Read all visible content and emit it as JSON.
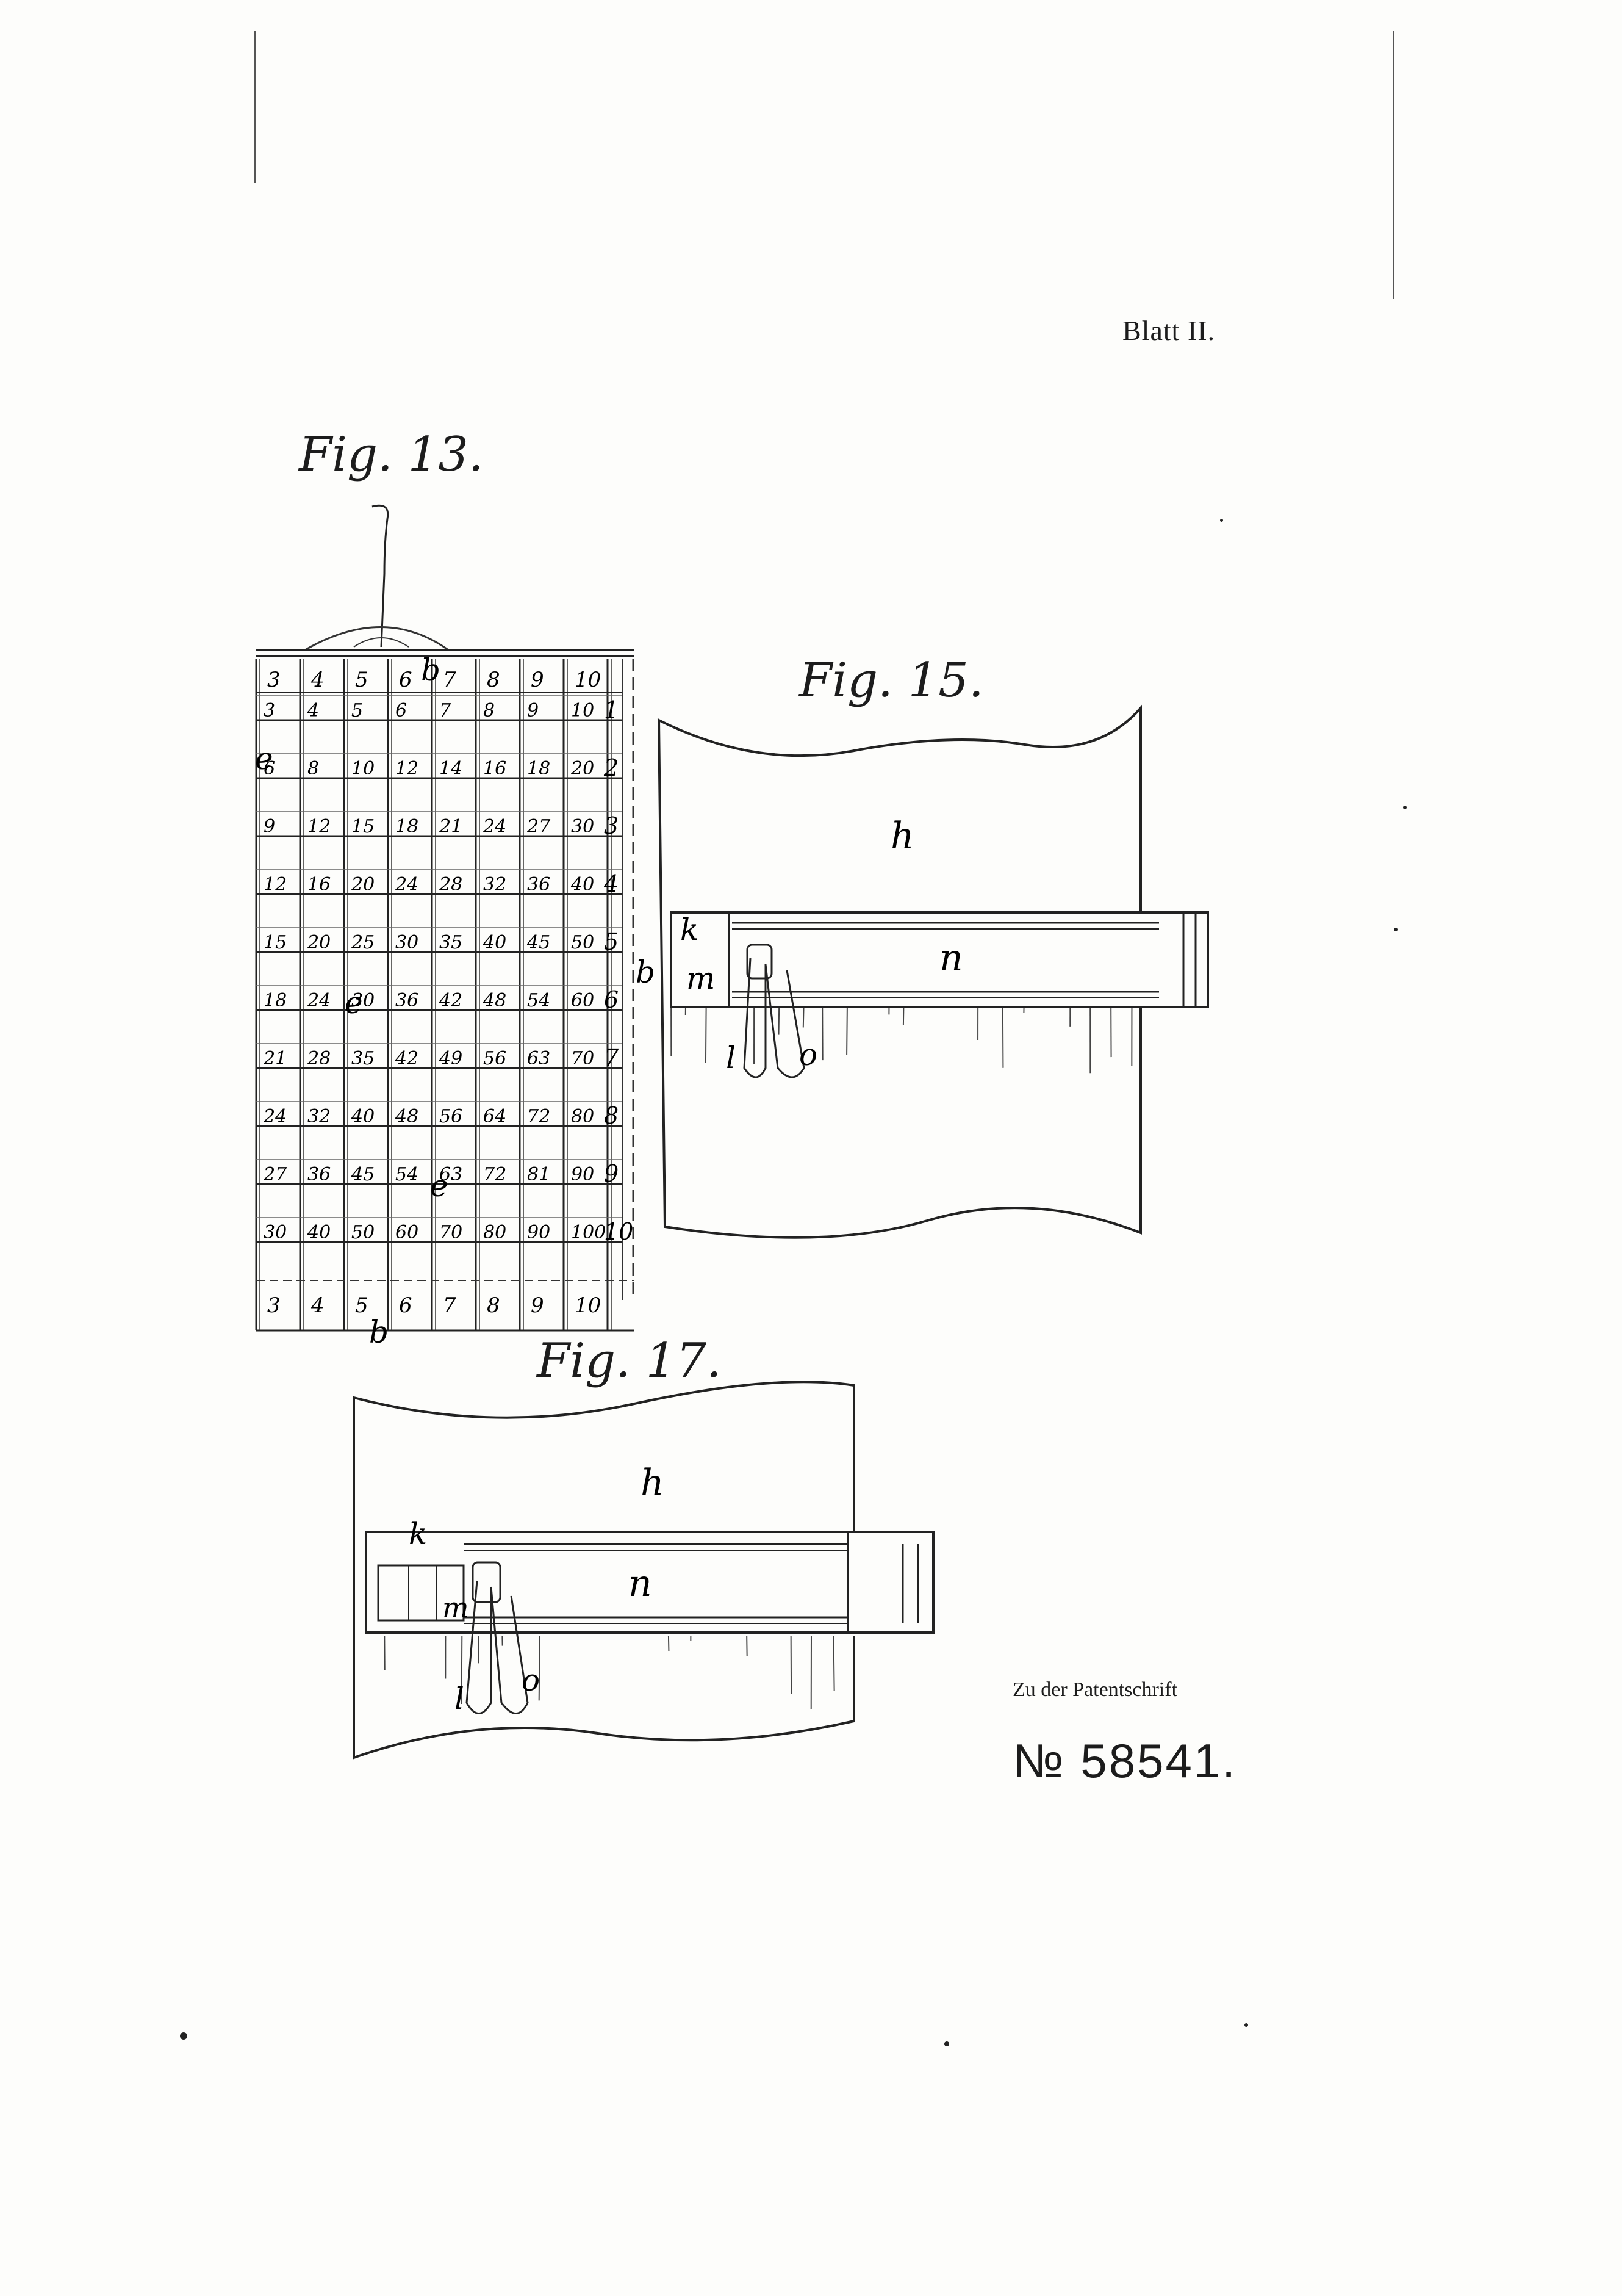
{
  "sheet_label": "Blatt II.",
  "figures": {
    "fig13": {
      "label": "Fig. 13.",
      "col_header": [
        "3",
        "4",
        "5",
        "6",
        "7",
        "8",
        "9",
        "10"
      ],
      "rows": [
        {
          "row": "1",
          "values": [
            "3",
            "4",
            "5",
            "6",
            "7",
            "8",
            "9",
            "10"
          ]
        },
        {
          "row": "2",
          "values": [
            "6",
            "8",
            "10",
            "12",
            "14",
            "16",
            "18",
            "20"
          ]
        },
        {
          "row": "3",
          "values": [
            "9",
            "12",
            "15",
            "18",
            "21",
            "24",
            "27",
            "30"
          ]
        },
        {
          "row": "4",
          "values": [
            "12",
            "16",
            "20",
            "24",
            "28",
            "32",
            "36",
            "40"
          ]
        },
        {
          "row": "5",
          "values": [
            "15",
            "20",
            "25",
            "30",
            "35",
            "40",
            "45",
            "50"
          ]
        },
        {
          "row": "6",
          "values": [
            "18",
            "24",
            "30",
            "36",
            "42",
            "48",
            "54",
            "60"
          ]
        },
        {
          "row": "7",
          "values": [
            "21",
            "28",
            "35",
            "42",
            "49",
            "56",
            "63",
            "70"
          ]
        },
        {
          "row": "8",
          "values": [
            "24",
            "32",
            "40",
            "48",
            "56",
            "64",
            "72",
            "80"
          ]
        },
        {
          "row": "9",
          "values": [
            "27",
            "36",
            "45",
            "54",
            "63",
            "72",
            "81",
            "90"
          ]
        },
        {
          "row": "10",
          "values": [
            "30",
            "40",
            "50",
            "60",
            "70",
            "80",
            "90",
            "100"
          ]
        }
      ],
      "col_footer": [
        "3",
        "4",
        "5",
        "6",
        "7",
        "8",
        "9",
        "10"
      ],
      "letters": {
        "b": "b",
        "e": "e"
      }
    },
    "fig15": {
      "label": "Fig. 15.",
      "letters": {
        "h": "h",
        "k": "k",
        "m": "m",
        "n": "n",
        "l": "l",
        "o": "o",
        "b": "b"
      }
    },
    "fig17": {
      "label": "Fig. 17.",
      "letters": {
        "h": "h",
        "k": "k",
        "m": "m",
        "n": "n",
        "l": "l",
        "o": "o"
      }
    }
  },
  "patent_caption": "Zu der Patentschrift",
  "patent_number": "№ 58541."
}
